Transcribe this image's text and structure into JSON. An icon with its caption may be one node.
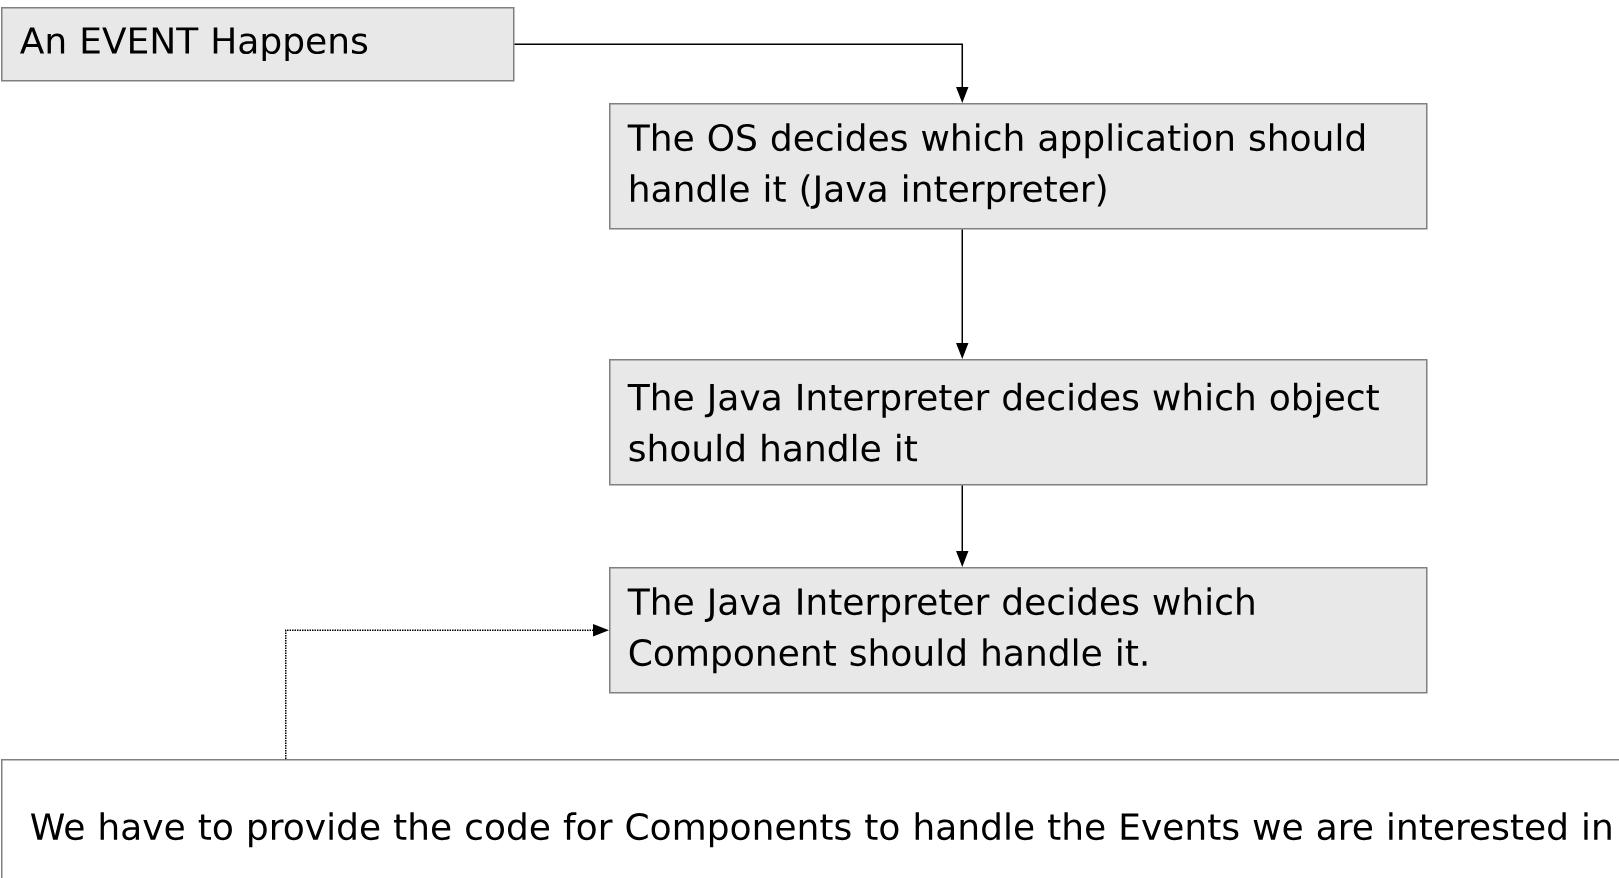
{
  "diagram": {
    "nodes": [
      {
        "text": [
          "An EVENT Happens"
        ]
      },
      {
        "text": [
          "The OS decides which application should handle it (Java interpreter)"
        ]
      },
      {
        "text": [
          "The Java Interpreter decides which object should handle it"
        ]
      },
      {
        "text": [
          "The Java Interpreter decides which Component should handle it."
        ]
      },
      {
        "text": [
          "We have to provide the code for Components to handle the Events we are interested in"
        ]
      }
    ],
    "edges": [
      {
        "from": 0,
        "to": 1,
        "arrow": "to"
      },
      {
        "from": 1,
        "to": 2,
        "arrow": "to"
      },
      {
        "from": 2,
        "to": 3,
        "arrow": "to"
      },
      {
        "from": 4,
        "to": 3,
        "arrow": "to",
        "style": "dashed"
      }
    ]
  }
}
